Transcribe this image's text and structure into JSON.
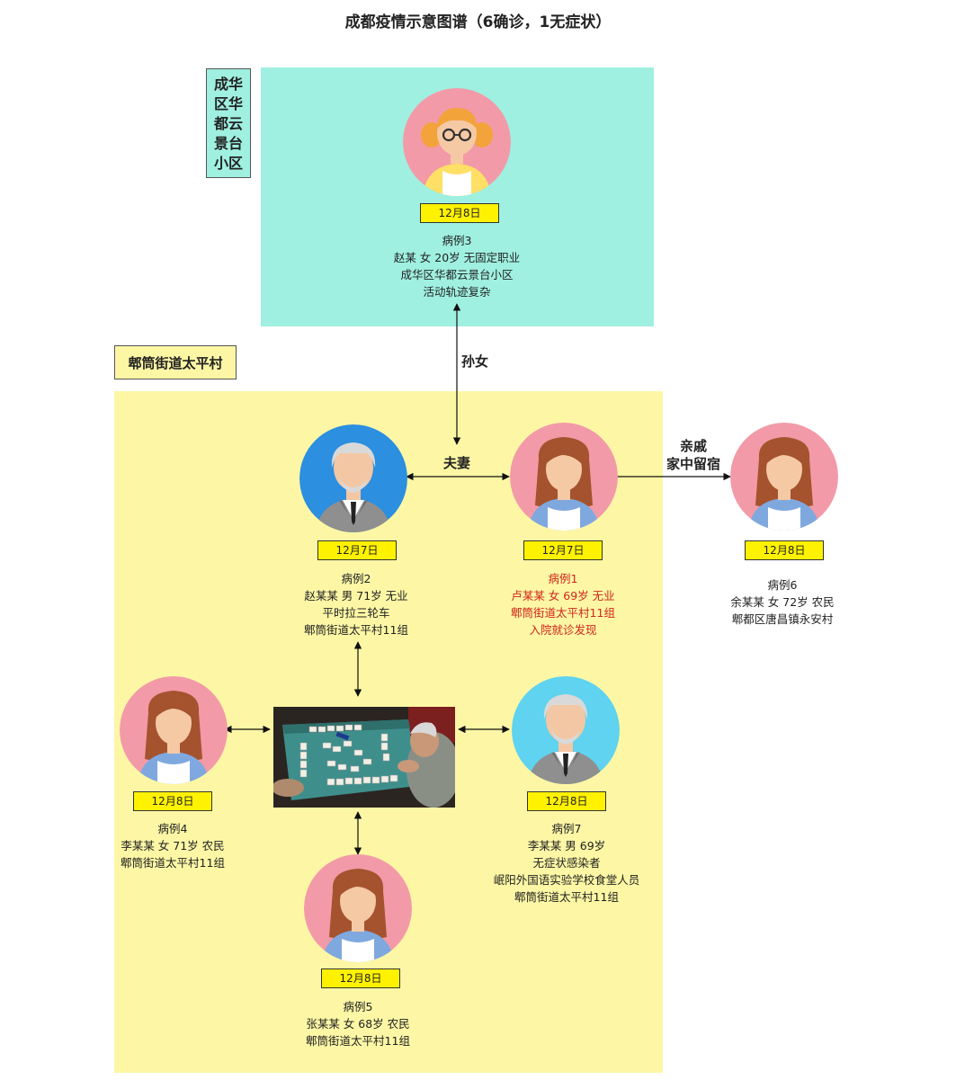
{
  "title": "成都疫情示意图谱（6确诊，1无症状）",
  "regions": {
    "chenghua": [
      "成华",
      "区华",
      "都云",
      "景台",
      "小区"
    ],
    "taiping": "郫筒街道太平村"
  },
  "relations": {
    "granddaughter": "孙女",
    "couple": "夫妻",
    "relative_line1": "亲戚",
    "relative_line2": "家中留宿"
  },
  "cases": {
    "case3": {
      "date": "12月8日",
      "lines": [
        "病例3",
        "赵某 女 20岁 无固定职业",
        "成华区华都云景台小区",
        "活动轨迹复杂"
      ]
    },
    "case2": {
      "date": "12月7日",
      "lines": [
        "病例2",
        "赵某某 男 71岁 无业",
        "平时拉三轮车",
        "郫筒街道太平村11组"
      ]
    },
    "case1": {
      "date": "12月7日",
      "lines": [
        "病例1",
        "卢某某 女 69岁 无业",
        "郫筒街道太平村11组",
        "入院就诊发现"
      ]
    },
    "case6": {
      "date": "12月8日",
      "lines": [
        "病例6",
        "余某某 女 72岁 农民",
        "郫都区唐昌镇永安村"
      ]
    },
    "case4": {
      "date": "12月8日",
      "lines": [
        "病例4",
        "李某某 女 71岁 农民",
        "郫筒街道太平村11组"
      ]
    },
    "case7": {
      "date": "12月8日",
      "lines": [
        "病例7",
        "李某某 男 69岁",
        "无症状感染者",
        "岷阳外国语实验学校食堂人员",
        "郫筒街道太平村11组"
      ]
    },
    "case5": {
      "date": "12月8日",
      "lines": [
        "病例5",
        "张某某 女 68岁 农民",
        "郫筒街道太平村11组"
      ]
    }
  },
  "colors": {
    "cyan_region": "#9ff0e0",
    "yellow_region": "#fdf7a5",
    "date_badge": "#fff200",
    "highlight_text": "#d0261b",
    "avatar_pink": "#f39aa8",
    "avatar_blue": "#2c8fe0",
    "avatar_lightblue": "#5fd3ef"
  }
}
